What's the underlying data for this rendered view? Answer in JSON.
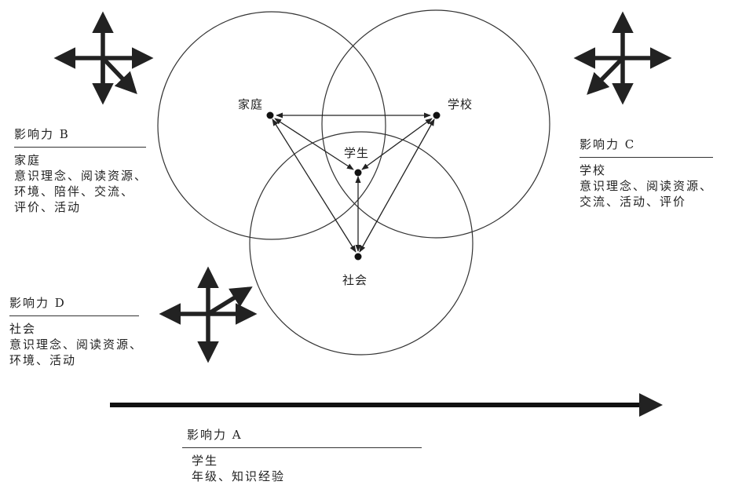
{
  "nodes": {
    "family": "家庭",
    "school": "学校",
    "student": "学生",
    "society": "社会"
  },
  "influence_b": {
    "title": "影响力 B",
    "subject": "家庭",
    "lines": [
      "意识理念、阅读资源、",
      "环境、陪伴、交流、",
      "评价、活动"
    ]
  },
  "influence_c": {
    "title": "影响力 C",
    "subject": "学校",
    "lines": [
      "意识理念、阅读资源、",
      "交流、活动、评价"
    ]
  },
  "influence_d": {
    "title": "影响力 D",
    "subject": "社会",
    "lines": [
      "意识理念、阅读资源、",
      "环境、活动"
    ]
  },
  "influence_a": {
    "title": "影响力 A",
    "subject": "学生",
    "lines": [
      "年级、知识经验"
    ]
  }
}
